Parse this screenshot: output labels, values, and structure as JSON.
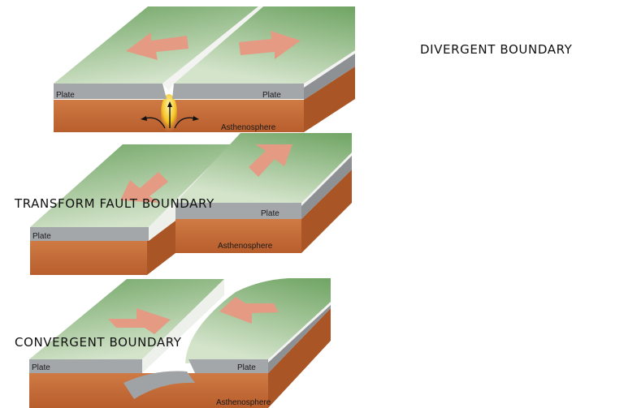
{
  "titles": {
    "divergent": "DIVERGENT BOUNDARY",
    "transform": "TRANSFORM FAULT BOUNDARY",
    "convergent": "CONVERGENT BOUNDARY"
  },
  "labels": {
    "plate": "Plate",
    "asthenosphere": "Asthenosphere"
  },
  "colors": {
    "plate_top_light": "#c9dcc0",
    "plate_top_dark": "#6fa463",
    "plate_side": "#9fa3a6",
    "plate_white": "#f3f4f2",
    "mantle": "#c86f3a",
    "mantle_dark": "#a95526",
    "arrow": "#e59a83",
    "magma": "#f3c21f"
  }
}
